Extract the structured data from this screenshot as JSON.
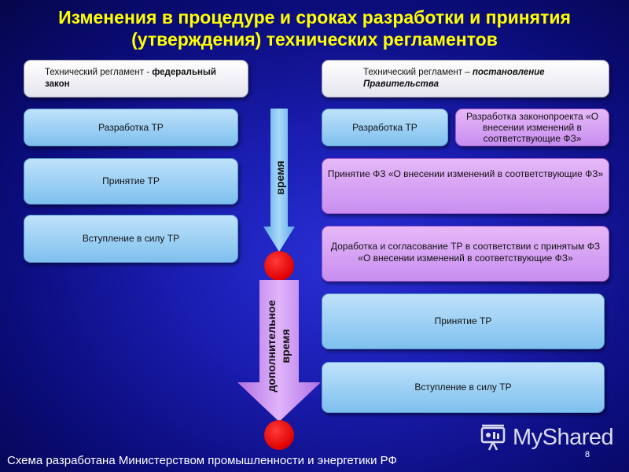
{
  "title": {
    "line1": "Изменения в процедуре и сроках разработки и принятия",
    "line2": "(утверждения) технических регламентов"
  },
  "left_column": {
    "header": {
      "prefix": "Технический регламент - ",
      "bold": "федеральный закон"
    },
    "steps": [
      "Разработка  ТР",
      "Принятие ТР",
      "Вступление в силу ТР"
    ]
  },
  "right_column": {
    "header": {
      "prefix": "Технический регламент – ",
      "bold_italic": "постановление Правительства"
    },
    "step_develop": "Разработка ТР",
    "step_bill": "Разработка законопроекта «О внесении изменений  в соответствующие ФЗ»",
    "step_law_adoption": "Принятие ФЗ «О внесении изменений  в соответствующие ФЗ»",
    "step_revision": "Доработка и согласование ТР в соответствии с принятым ФЗ «О внесении изменений  в соответствующие ФЗ»",
    "step_adoption": "Принятие ТР",
    "step_entry": "Вступление в силу ТР"
  },
  "time_arrow": {
    "label": "время",
    "color": "#7ec0ee"
  },
  "extra_time_arrow": {
    "line1": "дополнительное",
    "line2": "время",
    "color": "#c88ef0"
  },
  "markers": {
    "color": "#e00000"
  },
  "footer": "Схема разработана Министерством промышленности и энергетики РФ",
  "page_number": "8",
  "watermark": {
    "text": "MyShared",
    "icon": "presentation-board-icon"
  }
}
